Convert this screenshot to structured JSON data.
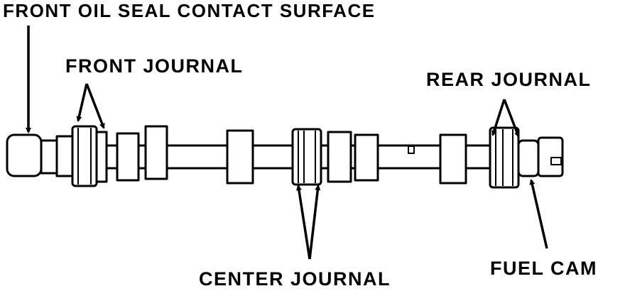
{
  "labels": {
    "front_oil_seal_contact_surface": "FRONT OIL SEAL CONTACT SURFACE",
    "front_journal": "FRONT JOURNAL",
    "rear_journal": "REAR JOURNAL",
    "center_journal": "CENTER JOURNAL",
    "fuel_cam": "FUEL CAM"
  },
  "colors": {
    "ink": "#000000",
    "paper": "#ffffff"
  }
}
